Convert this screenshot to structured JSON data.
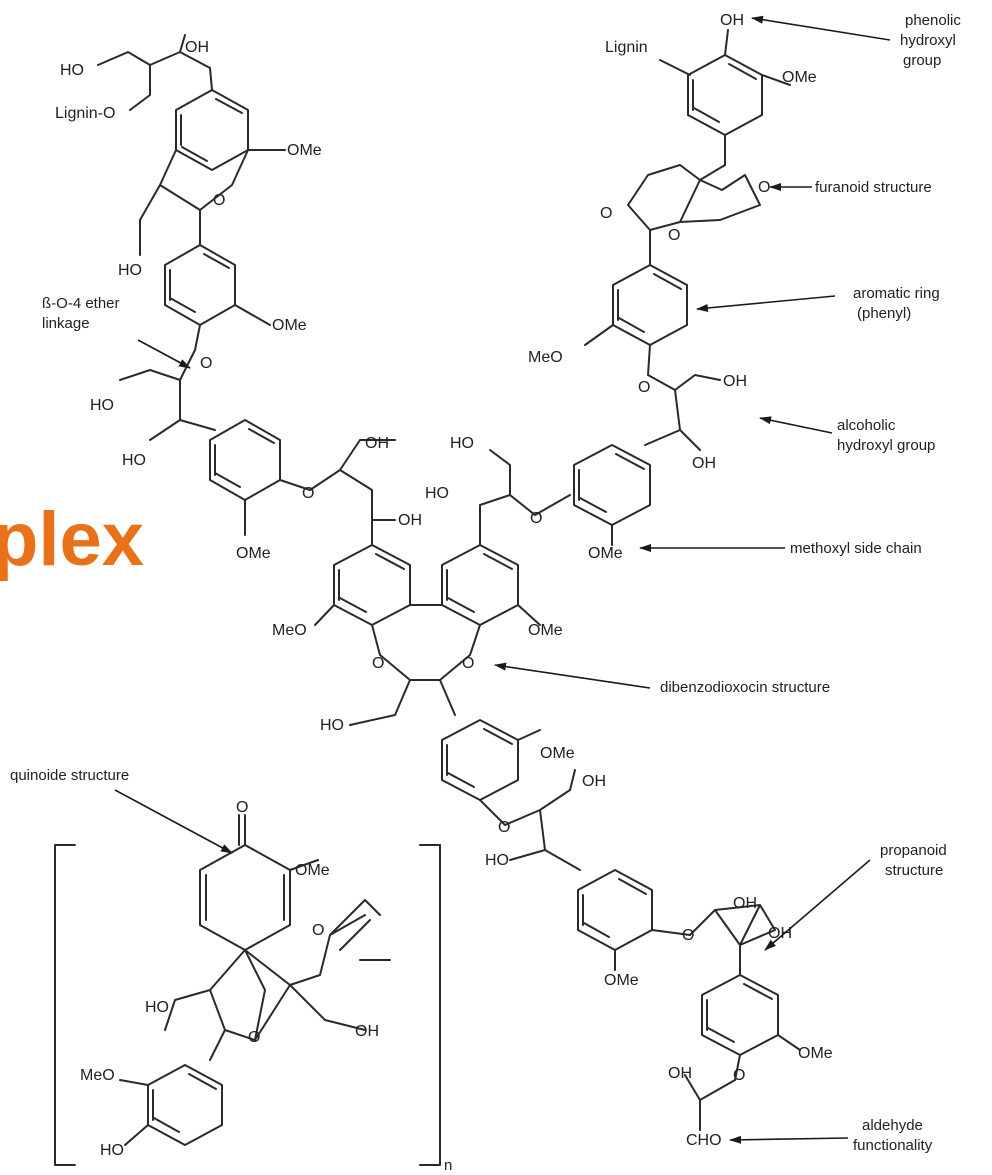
{
  "title_fragment": "plex",
  "colors": {
    "title": "#e8711a",
    "bond": "#2a2a2a",
    "text": "#222222",
    "background": "#ffffff"
  },
  "atom_labels": [
    "HO",
    "OH",
    "Lignin-O",
    "OMe",
    "O",
    "HO",
    "OMe",
    "O",
    "HO",
    "HO",
    "OH",
    "OH",
    "O",
    "OMe",
    "HO",
    "HO",
    "O",
    "OMe",
    "MeO",
    "O",
    "O",
    "OMe",
    "HO",
    "Lignin",
    "OH",
    "OMe",
    "O",
    "O",
    "O",
    "MeO",
    "O",
    "OH",
    "OH",
    "OMe",
    "O",
    "OH",
    "HO",
    "O",
    "OH",
    "OH",
    "OMe",
    "O",
    "OH",
    "OMe",
    "CHO",
    "O",
    "OMe",
    "O",
    "HO",
    "O",
    "OH",
    "MeO",
    "HO"
  ],
  "bracket_subscript": "n",
  "annotations": [
    {
      "id": "phenolic",
      "lines": [
        "phenolic",
        "hydroxyl",
        "group"
      ]
    },
    {
      "id": "furanoid",
      "lines": [
        "furanoid structure"
      ]
    },
    {
      "id": "aromatic",
      "lines": [
        "aromatic ring",
        "(phenyl)"
      ]
    },
    {
      "id": "beta-o-4",
      "lines": [
        "ß-O-4 ether",
        "linkage"
      ]
    },
    {
      "id": "alcoholic",
      "lines": [
        "alcoholic",
        "hydroxyl group"
      ]
    },
    {
      "id": "methoxyl",
      "lines": [
        "methoxyl side chain"
      ]
    },
    {
      "id": "dibenzo",
      "lines": [
        "dibenzodioxocin structure"
      ]
    },
    {
      "id": "quinoide",
      "lines": [
        "quinoide structure"
      ]
    },
    {
      "id": "propanoid",
      "lines": [
        "propanoid",
        "structure"
      ]
    },
    {
      "id": "aldehyde",
      "lines": [
        "aldehyde",
        "functionality"
      ]
    }
  ]
}
